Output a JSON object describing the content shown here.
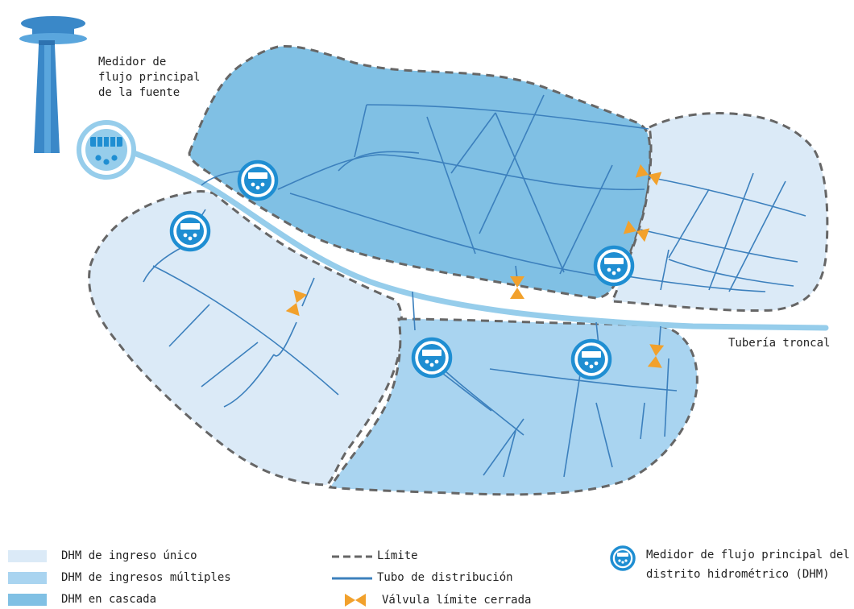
{
  "labels": {
    "source_meter": [
      "Medidor de",
      "flujo principal",
      "de la fuente"
    ],
    "trunk": "Tubería troncal"
  },
  "legend": {
    "single_inlet": "DHM de ingreso único",
    "multi_inlet": "DHM de ingresos múltiples",
    "cascade": "DHM en cascada",
    "boundary": "Límite",
    "distribution": "Tubo de distribución",
    "closed_valve": "Válvula límite cerrada",
    "dma_meter_1": "Medidor de flujo principal del",
    "dma_meter_2": "distrito hidrométrico (DHM)"
  },
  "colors": {
    "single_inlet": "#dbeaf7",
    "multi_inlet": "#a9d4f0",
    "cascade": "#80c0e4",
    "pipe": "#3c80bd",
    "trunk": "#96cdeb",
    "boundary": "#666666",
    "valve": "#f2a12c",
    "meter": "#1f8ed2",
    "tower": "#3a88c8"
  },
  "icons": [
    "water-tower-icon",
    "flow-meter-icon",
    "closed-valve-icon"
  ]
}
